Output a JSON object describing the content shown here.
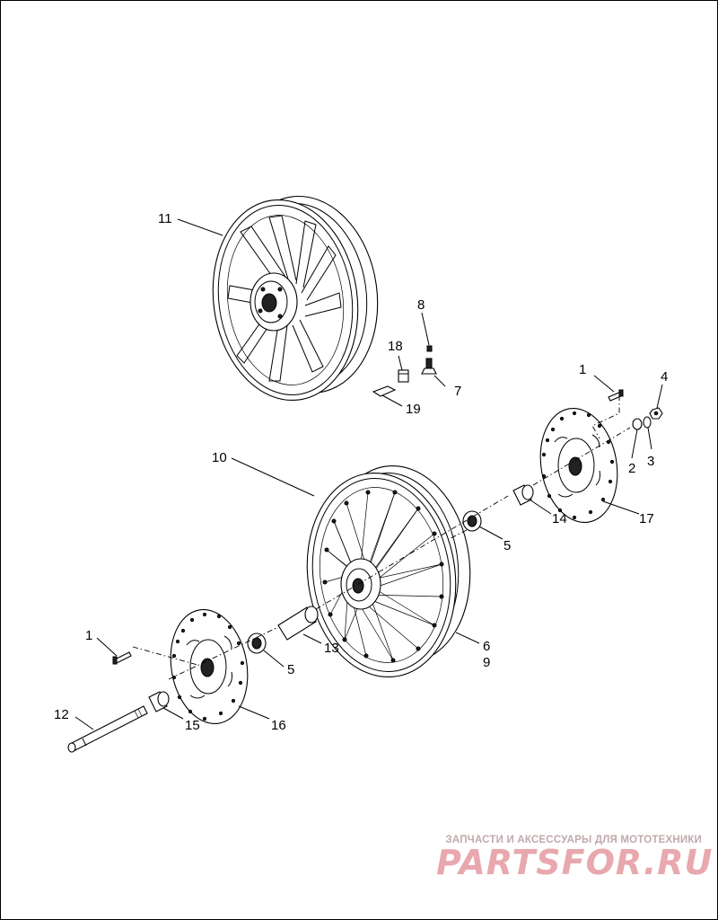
{
  "callouts": {
    "c1a": "1",
    "c1b": "1",
    "c2": "2",
    "c3": "3",
    "c4": "4",
    "c5a": "5",
    "c5b": "5",
    "c6": "6",
    "c7": "7",
    "c8": "8",
    "c9": "9",
    "c10": "10",
    "c11": "11",
    "c12": "12",
    "c13": "13",
    "c14": "14",
    "c15": "15",
    "c16": "16",
    "c17": "17",
    "c18": "18",
    "c19": "19"
  },
  "watermark": {
    "tagline": "ЗАПЧАСТИ И АКСЕССУАРЫ ДЛЯ МОТОТЕХНИКИ",
    "logo": "PARTSFOR.RU",
    "color": "#e8a8ae"
  }
}
